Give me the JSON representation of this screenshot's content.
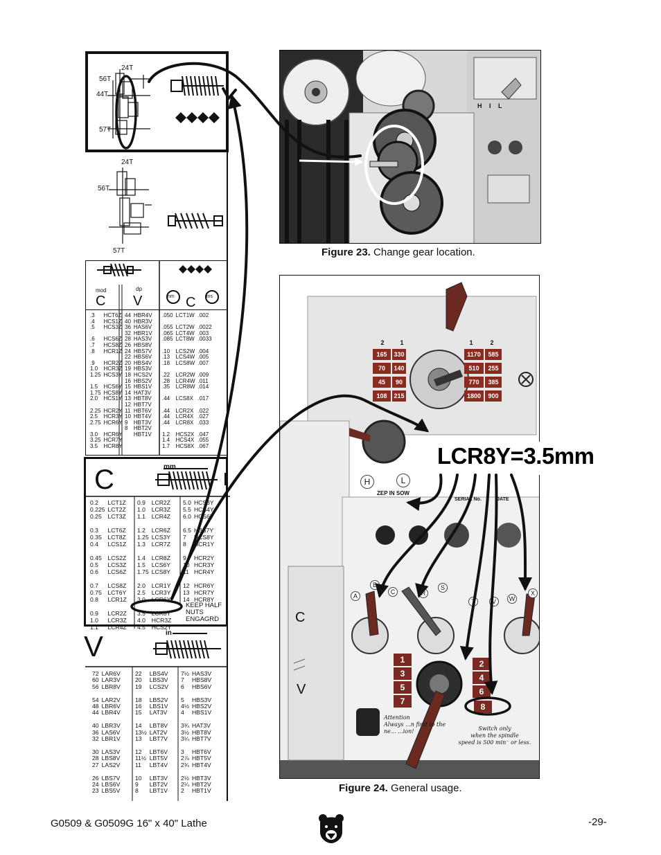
{
  "gear_diagram_1": {
    "top": "24T",
    "g56": "56T",
    "g44": "44T",
    "g57": "57T"
  },
  "gear_diagram_2": {
    "top": "24T",
    "g56": "56T",
    "g57": "57T"
  },
  "small_table": {
    "head_left": {
      "mod": "mod",
      "mod_sym": "C",
      "dp": "dp",
      "dp_sym": "V"
    },
    "head_right": {
      "mm": "mm",
      "c_sym": "C",
      "ins": "ins"
    },
    "col_a": ".3\n.4\n.5\n\n.6\n.7\n.8\n\n.9\n1.0\n1.25\n\n1.5\n1.75\n2.0\n\n2.25\n2.5\n2.75\n\n3.0\n3.25\n3.5",
    "col_b": "HCT6Z\nHCS1Z\nHCS3Z\n\nHCS6Z\nHCS8Z\nHCR1Z\n\nHCR2Z\nHCR3Z\nHCS3Y\n\nHCS6Y\nHCS8Y\nHCS1Y\n\nHCR2Y\nHCR3Y\nHCR6Y\n\nHCR6Y\nHCR7Y\nHCR8Y",
    "col_c": "44\n40\n36\n32\n28\n26\n24\n22\n20\n19\n18\n16\n15\n14\n13\n12\n11\n10\n9\n8",
    "col_d": "HBR4V\nHBR3V\nHAS6V\nHBR1V\nHAS3V\nHBS8V\nHBS7V\nHBS6V\nHBS4V\nHBS3V\nHCS2V\nHBS2V\nHBS1V\nHAT3V\nHBT8V\nHBT7V\nHBT6V\nHBT4V\nHBT3V\nHBT2V\nHBT1V",
    "col_e": ".050\n\n.055\n.065\n.085\n\n.10\n.13\n.18\n\n.22\n.28\n.35\n\n.44\n\n.44\n.44\n.44\n\n1.2\n1.4\n1.7",
    "col_f": "LCT1W\n\nLCT2W\nLCT4W\nLCT8W\n\nLCS2W\nLCS4W\nLCS8W\n\nLCR2W\nLCR4W\nLCR8W\n\nLCS8X\n\nLCR2X\nLCR4X\nLCR8X\n\nHCS2X\nHCS4X\nHCS8X",
    "col_g": ".002\n\n.0022\n.003\n.0033\n\n.004\n.005\n.007\n\n.009\n.011\n.014\n\n.017\n\n.022\n.027\n.033\n\n.047\n.055\n.067"
  },
  "c_table": {
    "symbol": "C",
    "unit": "mm",
    "col1": "0.2\n0.225\n0.25\n\n0.3\n0.35\n0.4\n\n0.45\n0.5\n0.6\n\n0.7\n0.75\n0.8\n\n0.9\n1.0\n1.1",
    "col2": "LCT1Z\nLCT2Z\nLCT3Z\n\nLCT6Z\nLCT8Z\nLCS1Z\n\nLCS2Z\nLCS3Z\nLCS6Z\n\nLCS8Z\nLCT6Y\nLCR1Z\n\nLCR2Z\nLCR3Z\nLCR4Z",
    "col3": "0.9\n1.0\n1.1\n\n1.2\n1.25\n1.3\n\n1.4\n1.5\n1.75\n\n2.0\n2.5\n3.0\n\n3.5\n4.0\n4.5",
    "col4": "LCR2Z\nLCR3Z\nLCR4Z\n\nLCR6Z\nLCS3Y\nLCR7Z\n\nLCR8Z\nLCS6Y\nLCS8Y\n\nLCR1Y\nLCR3Y\nLCR6Y\n\nLCR8Y\nHCR3Z\nHCS2Y",
    "col5": "5.0\n5.5\n6.0\n\n6.5\n7\n8\n\n9\n10\n11\n\n12\n13\n14",
    "col6": "HCS3Y\nHCS4Y\nHCS6Y\n\nHBS7Y\nHCS8Y\nHCR1Y\n\nHCR2Y\nHCR3Y\nHCR4Y\n\nHCR6Y\nHCR7Y\nHCR8Y",
    "note": "KEEP HALF\nNUTS\nENGAGRD"
  },
  "v_table": {
    "symbol": "V",
    "unit": "in",
    "col1": "72\n60\n56\n\n54\n48\n44\n\n40\n36\n32\n\n30\n28\n27\n\n26\n24\n23",
    "col2": "LAR6V\nLAR3V\nLBR8V\n\nLAR2V\nLBR6V\nLBR4V\n\nLBR3V\nLAS6V\nLBR1V\n\nLAS3V\nLBS8V\nLAS2V\n\nLBS7V\nLBS6V\nLBS5V",
    "col3": "22\n20\n19\n\n18\n16\n15\n\n14\n13½\n13\n\n12\n11½\n11\n\n10\n9\n8",
    "col4": "LBS4V\nLBS3V\nLCS2V\n\nLBS2V\nLBS1V\nLAT3V\n\nLBT8V\nLAT2V\nLBT7V\n\nLBT6V\nLBT5V\nLBT4V\n\nLBT3V\nLBT2V\nLBT1V",
    "col5": "7½\n7\n6\n\n5\n4½\n4\n\n3¾\n3½\n3¼\n\n3\n2⅞\n2¾\n\n2½\n2¼\n2",
    "col6": "HAS3V\nHBS8V\nHBS6V\n\nHBS3V\nHBS2V\nHBS1V\n\nHAT3V\nHBT8V\nHBT7V\n\nHBT6V\nHBT5V\nHBT4V\n\nHBT3V\nHBT2V\nHBT1V"
  },
  "figure23": {
    "number": "Figure 23.",
    "text": "Change gear location.",
    "panel_letters": "H I L"
  },
  "figure24": {
    "number": "Figure 24.",
    "text": "General usage.",
    "callout": "LCR8Y=3.5mm",
    "speed_top": [
      "2",
      "1",
      "1",
      "2"
    ],
    "speeds_left": [
      [
        "165",
        "330"
      ],
      [
        "70",
        "140"
      ],
      [
        "45",
        "90"
      ],
      [
        "108",
        "215"
      ]
    ],
    "speeds_right": [
      [
        "1170",
        "585"
      ],
      [
        "510",
        "255"
      ],
      [
        "770",
        "385"
      ],
      [
        "1800",
        "900"
      ]
    ],
    "knob_letters": [
      "H",
      "L"
    ],
    "mode_label": "ZEP IN SOW",
    "serial_label": "SERIAL No.",
    "date_label": "DATE",
    "lever_letters": [
      "A",
      "B",
      "C",
      "R",
      "S",
      "T",
      "V",
      "W",
      "X"
    ],
    "keys_left": [
      "1",
      "3",
      "5",
      "7"
    ],
    "keys_right": [
      "2",
      "4",
      "6",
      "8"
    ],
    "attention": "Attention\nAlways ...n first to the\nne... ...ion!",
    "switch_note": "Switch only\nwhen the spindle\nspeed is 500 min⁻ or less.",
    "c_symbol": "C",
    "v_symbol": "V"
  },
  "footer": {
    "title": "G0509 & G0509G 16\" x 40\" Lathe",
    "page": "-29-"
  }
}
